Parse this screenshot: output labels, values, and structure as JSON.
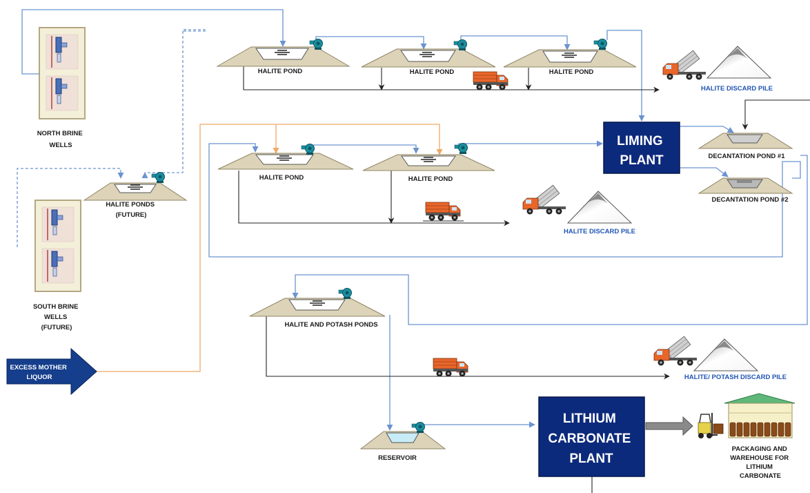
{
  "labels": {
    "north_wells": [
      "NORTH BRINE",
      "WELLS"
    ],
    "south_wells": [
      "SOUTH BRINE",
      "WELLS",
      "(FUTURE)"
    ],
    "halite_ponds_future": [
      "HALITE PONDS",
      "(FUTURE)"
    ],
    "pond_top_1": "HALITE POND",
    "pond_top_2": "HALITE POND",
    "pond_top_3": "HALITE POND",
    "discard_pile_top": "HALITE DISCARD PILE",
    "pond_mid_1": "HALITE POND",
    "pond_mid_2": "HALITE POND",
    "discard_pile_mid": "HALITE DISCARD PILE",
    "liming_plant": [
      "LIMING",
      "PLANT"
    ],
    "decantation_1": "DECANTATION POND #1",
    "decantation_2": "DECANTATION POND #2",
    "potash_ponds": "HALITE AND POTASH PONDS",
    "discard_pile_bottom": "HALITE/ POTASH DISCARD PILE",
    "excess_liquor": [
      "EXCESS MOTHER",
      "LIQUOR"
    ],
    "reservoir": "RESERVOIR",
    "lithium_plant": [
      "LITHIUM",
      "CARBONATE",
      "PLANT"
    ],
    "packaging": [
      "PACKAGING AND",
      "WAREHOUSE FOR",
      "LITHIUM",
      "CARBONATE"
    ]
  },
  "colors": {
    "brine_line": "#6b93d0",
    "mother_liquor_line": "#f0a868",
    "waste_line": "#222222",
    "plant_fill": "#0c2a7c",
    "pond_fill": "#dcd3b8",
    "pump": "#1a8fa0",
    "truck": "#e8662a",
    "arrow_fill": "#153e8c",
    "warehouse_roof": "#5fb87a",
    "warehouse_wall": "#f6f0c8"
  },
  "icons": [
    "brine-well-icon",
    "pump-icon",
    "dump-truck-icon",
    "salt-pile-icon",
    "forklift-icon",
    "warehouse-icon"
  ]
}
